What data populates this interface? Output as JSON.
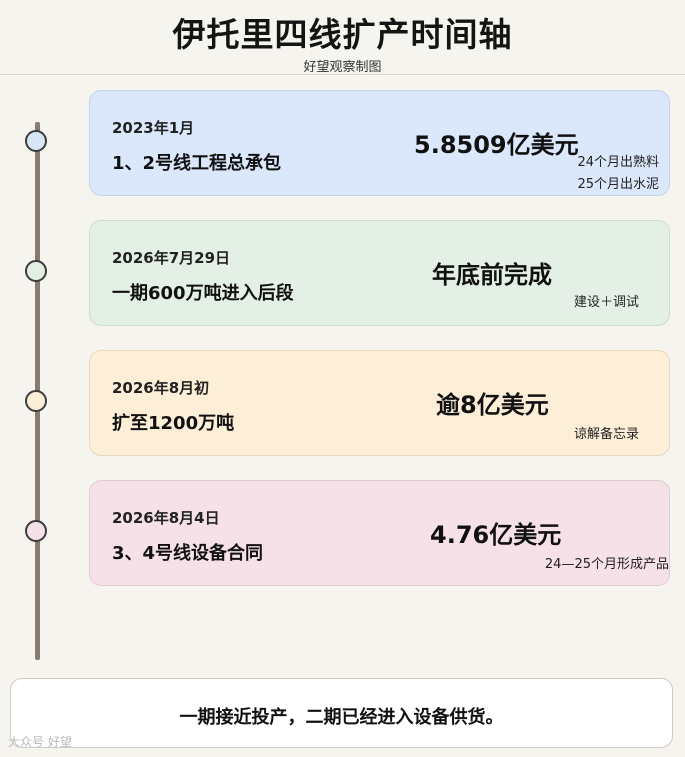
{
  "header": {
    "title": "伊托里四线扩产时间轴",
    "subtitle": "好望观察制图"
  },
  "colors": {
    "background": "#f6f4ee",
    "timeline_line": "#8a7b6f",
    "card_1": "#dbe7fb",
    "card_2": "#e4f0e5",
    "card_3": "#fdeed8",
    "card_4": "#f7e1e8"
  },
  "timeline": [
    {
      "date": "2023年1月",
      "event": "1、2号线工程总承包",
      "value": "5.8509亿美元",
      "notes": [
        "24个月出熟料",
        "25个月出水泥"
      ]
    },
    {
      "date": "2026年7月29日",
      "event": "一期600万吨进入后段",
      "value": "年底前完成",
      "notes": [
        "建设＋调试"
      ]
    },
    {
      "date": "2026年8月初",
      "event": "扩至1200万吨",
      "value": "逾8亿美元",
      "notes": [
        "谅解备忘录"
      ]
    },
    {
      "date": "2026年8月4日",
      "event": "3、4号线设备合同",
      "value": "4.76亿美元",
      "notes": [
        "24—25个月形成产品"
      ]
    }
  ],
  "footer": {
    "text": "一期接近投产，二期已经进入设备供货。"
  },
  "watermark": {
    "text": "大众号 好望"
  }
}
